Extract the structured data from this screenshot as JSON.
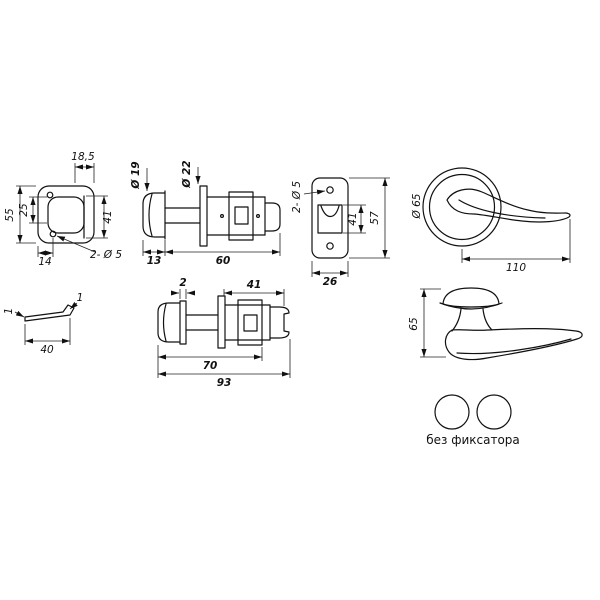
{
  "caption": "без фиксатора",
  "dims": {
    "faceplate": {
      "top_width": "18,5",
      "height": "55",
      "inner_offset": "25",
      "slot_height": "41",
      "bottom_offset": "14",
      "holes": "2- Ø 5"
    },
    "latch_side": {
      "nose_dia": "Ø 19",
      "flange_dia": "Ø 22",
      "nose_len": "13",
      "body_len": "60"
    },
    "strike": {
      "holes": "2- Ø 5",
      "opening_height": "41",
      "height": "57",
      "width": "26"
    },
    "handle_front": {
      "rose_dia": "Ø 65",
      "lever_length": "110"
    },
    "profile": {
      "lip_thickness": "1",
      "plate_thickness": "1",
      "width": "40"
    },
    "latch_bottom": {
      "plate_thickness": "2",
      "rear_length": "41",
      "front_length": "70",
      "total_length": "93"
    },
    "handle_side": {
      "height": "65"
    }
  }
}
